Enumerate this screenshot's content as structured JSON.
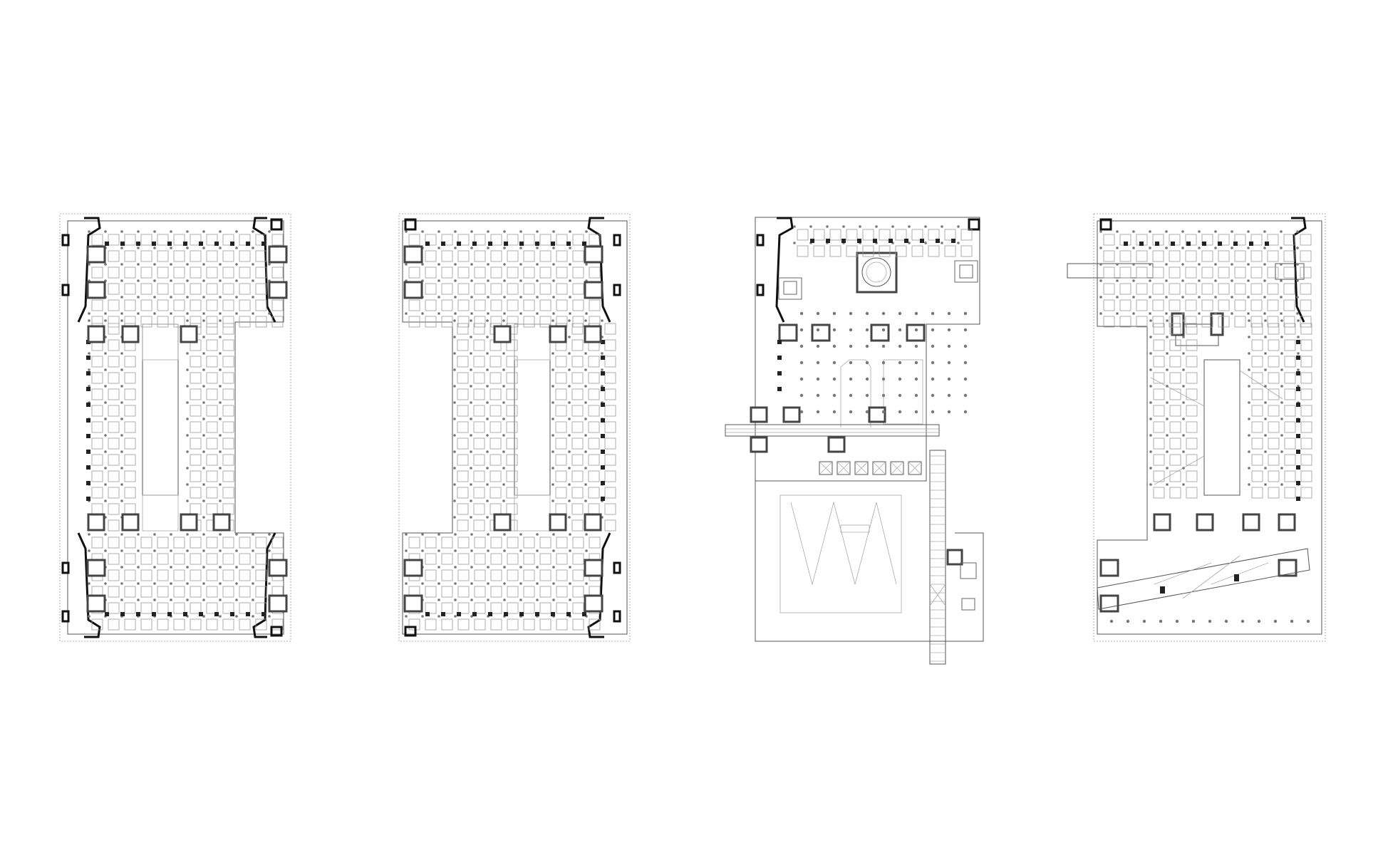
{
  "figure": {
    "background": "#ffffff",
    "line_color": "#555555",
    "panels": [
      {
        "id": "plan-1",
        "variant": "symmetric-frame"
      },
      {
        "id": "plan-2",
        "variant": "mirrored-frame"
      },
      {
        "id": "plan-3",
        "variant": "open-hall-with-stair"
      },
      {
        "id": "plan-4",
        "variant": "diagonal-bridge"
      }
    ]
  }
}
